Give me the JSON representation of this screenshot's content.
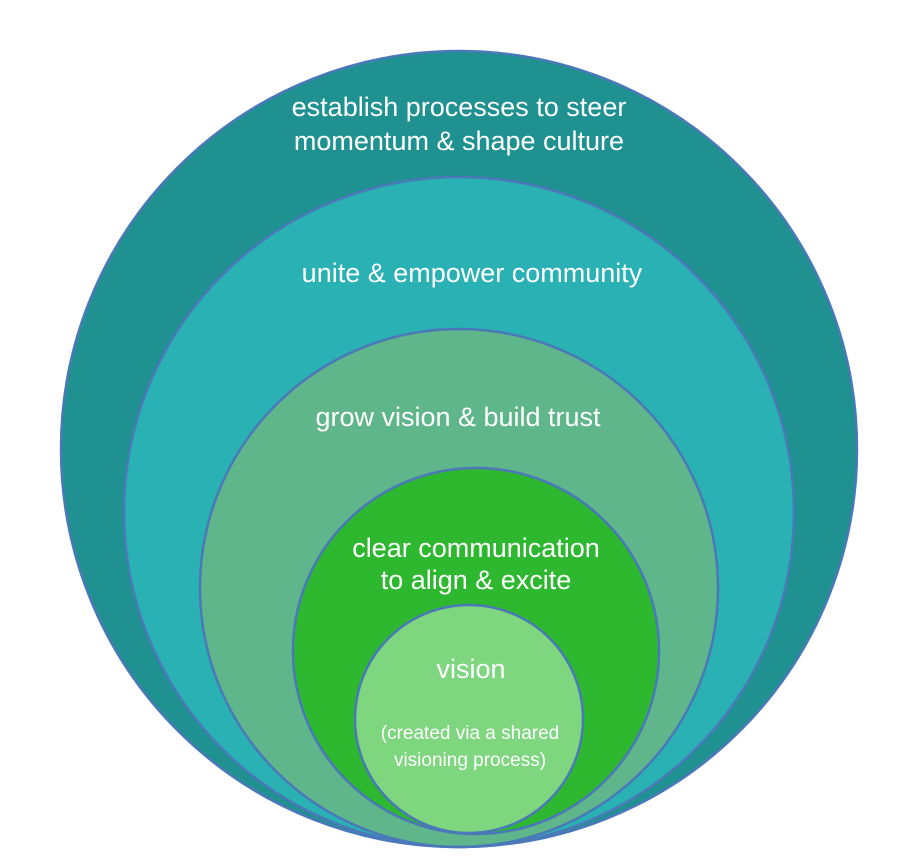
{
  "layers": [
    {
      "id": "outer",
      "lines": [
        "establish processes to steer",
        "momentum & shape culture"
      ],
      "color": "#1f9190"
    },
    {
      "id": "second",
      "lines": [
        "unite & empower community"
      ],
      "color": "#29b1b4"
    },
    {
      "id": "third",
      "lines": [
        "grow vision & build trust"
      ],
      "color": "#5fb68a"
    },
    {
      "id": "fourth",
      "lines": [
        "clear communication",
        "to align & excite"
      ],
      "color": "#2db82f"
    },
    {
      "id": "core",
      "lines": [
        "vision"
      ],
      "sublines": [
        "(created via a shared",
        "visioning process)"
      ],
      "color": "#7ed67f"
    }
  ],
  "stroke_color": "#4a78b8"
}
